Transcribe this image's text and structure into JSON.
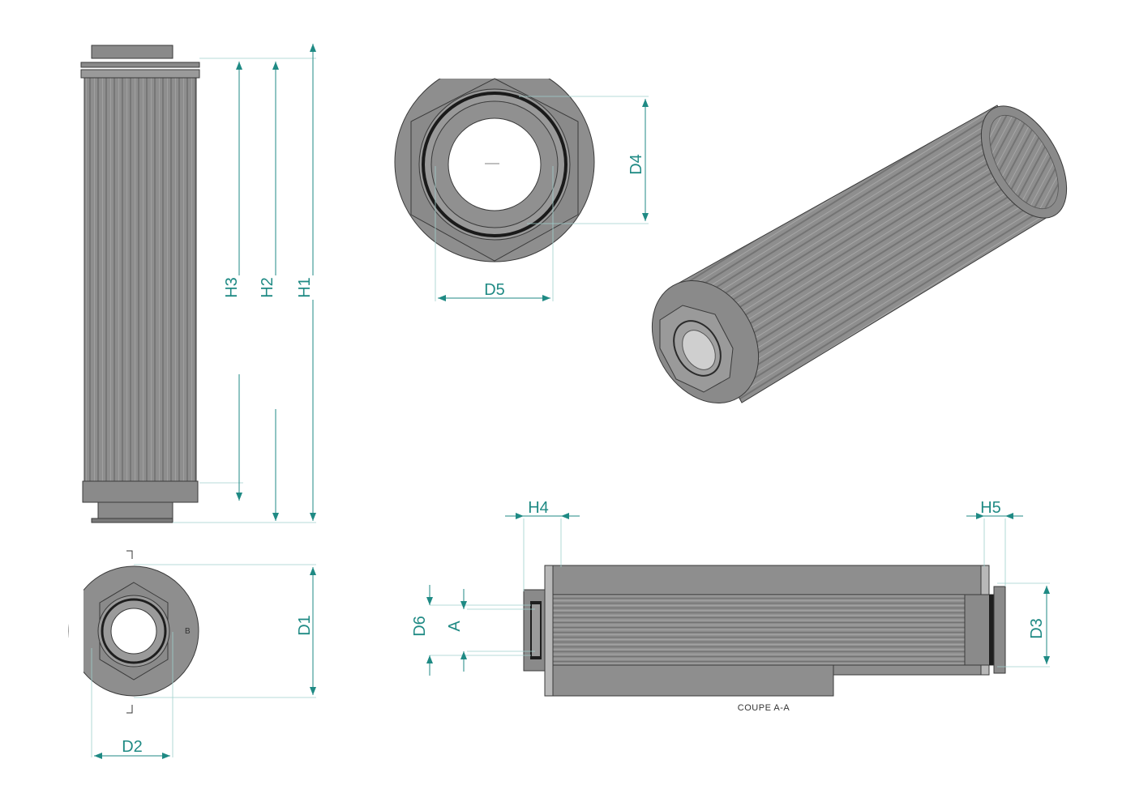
{
  "labels": {
    "h1": "H1",
    "h2": "H2",
    "h3": "H3",
    "h4": "H4",
    "h5": "H5",
    "d1": "D1",
    "d2": "D2",
    "d3": "D3",
    "d4": "D4",
    "d5": "D5",
    "d6": "D6",
    "a": "A",
    "b": "B",
    "section_caption": "COUPE A-A"
  },
  "colors": {
    "dimension": "#1f8a84",
    "body_fill": "#8e8e8e",
    "body_dark": "#6f6f6f",
    "body_light": "#a6a6a6",
    "outline": "#3a3a3a"
  },
  "icons": {
    "arrow": "dimension-arrow-icon"
  }
}
